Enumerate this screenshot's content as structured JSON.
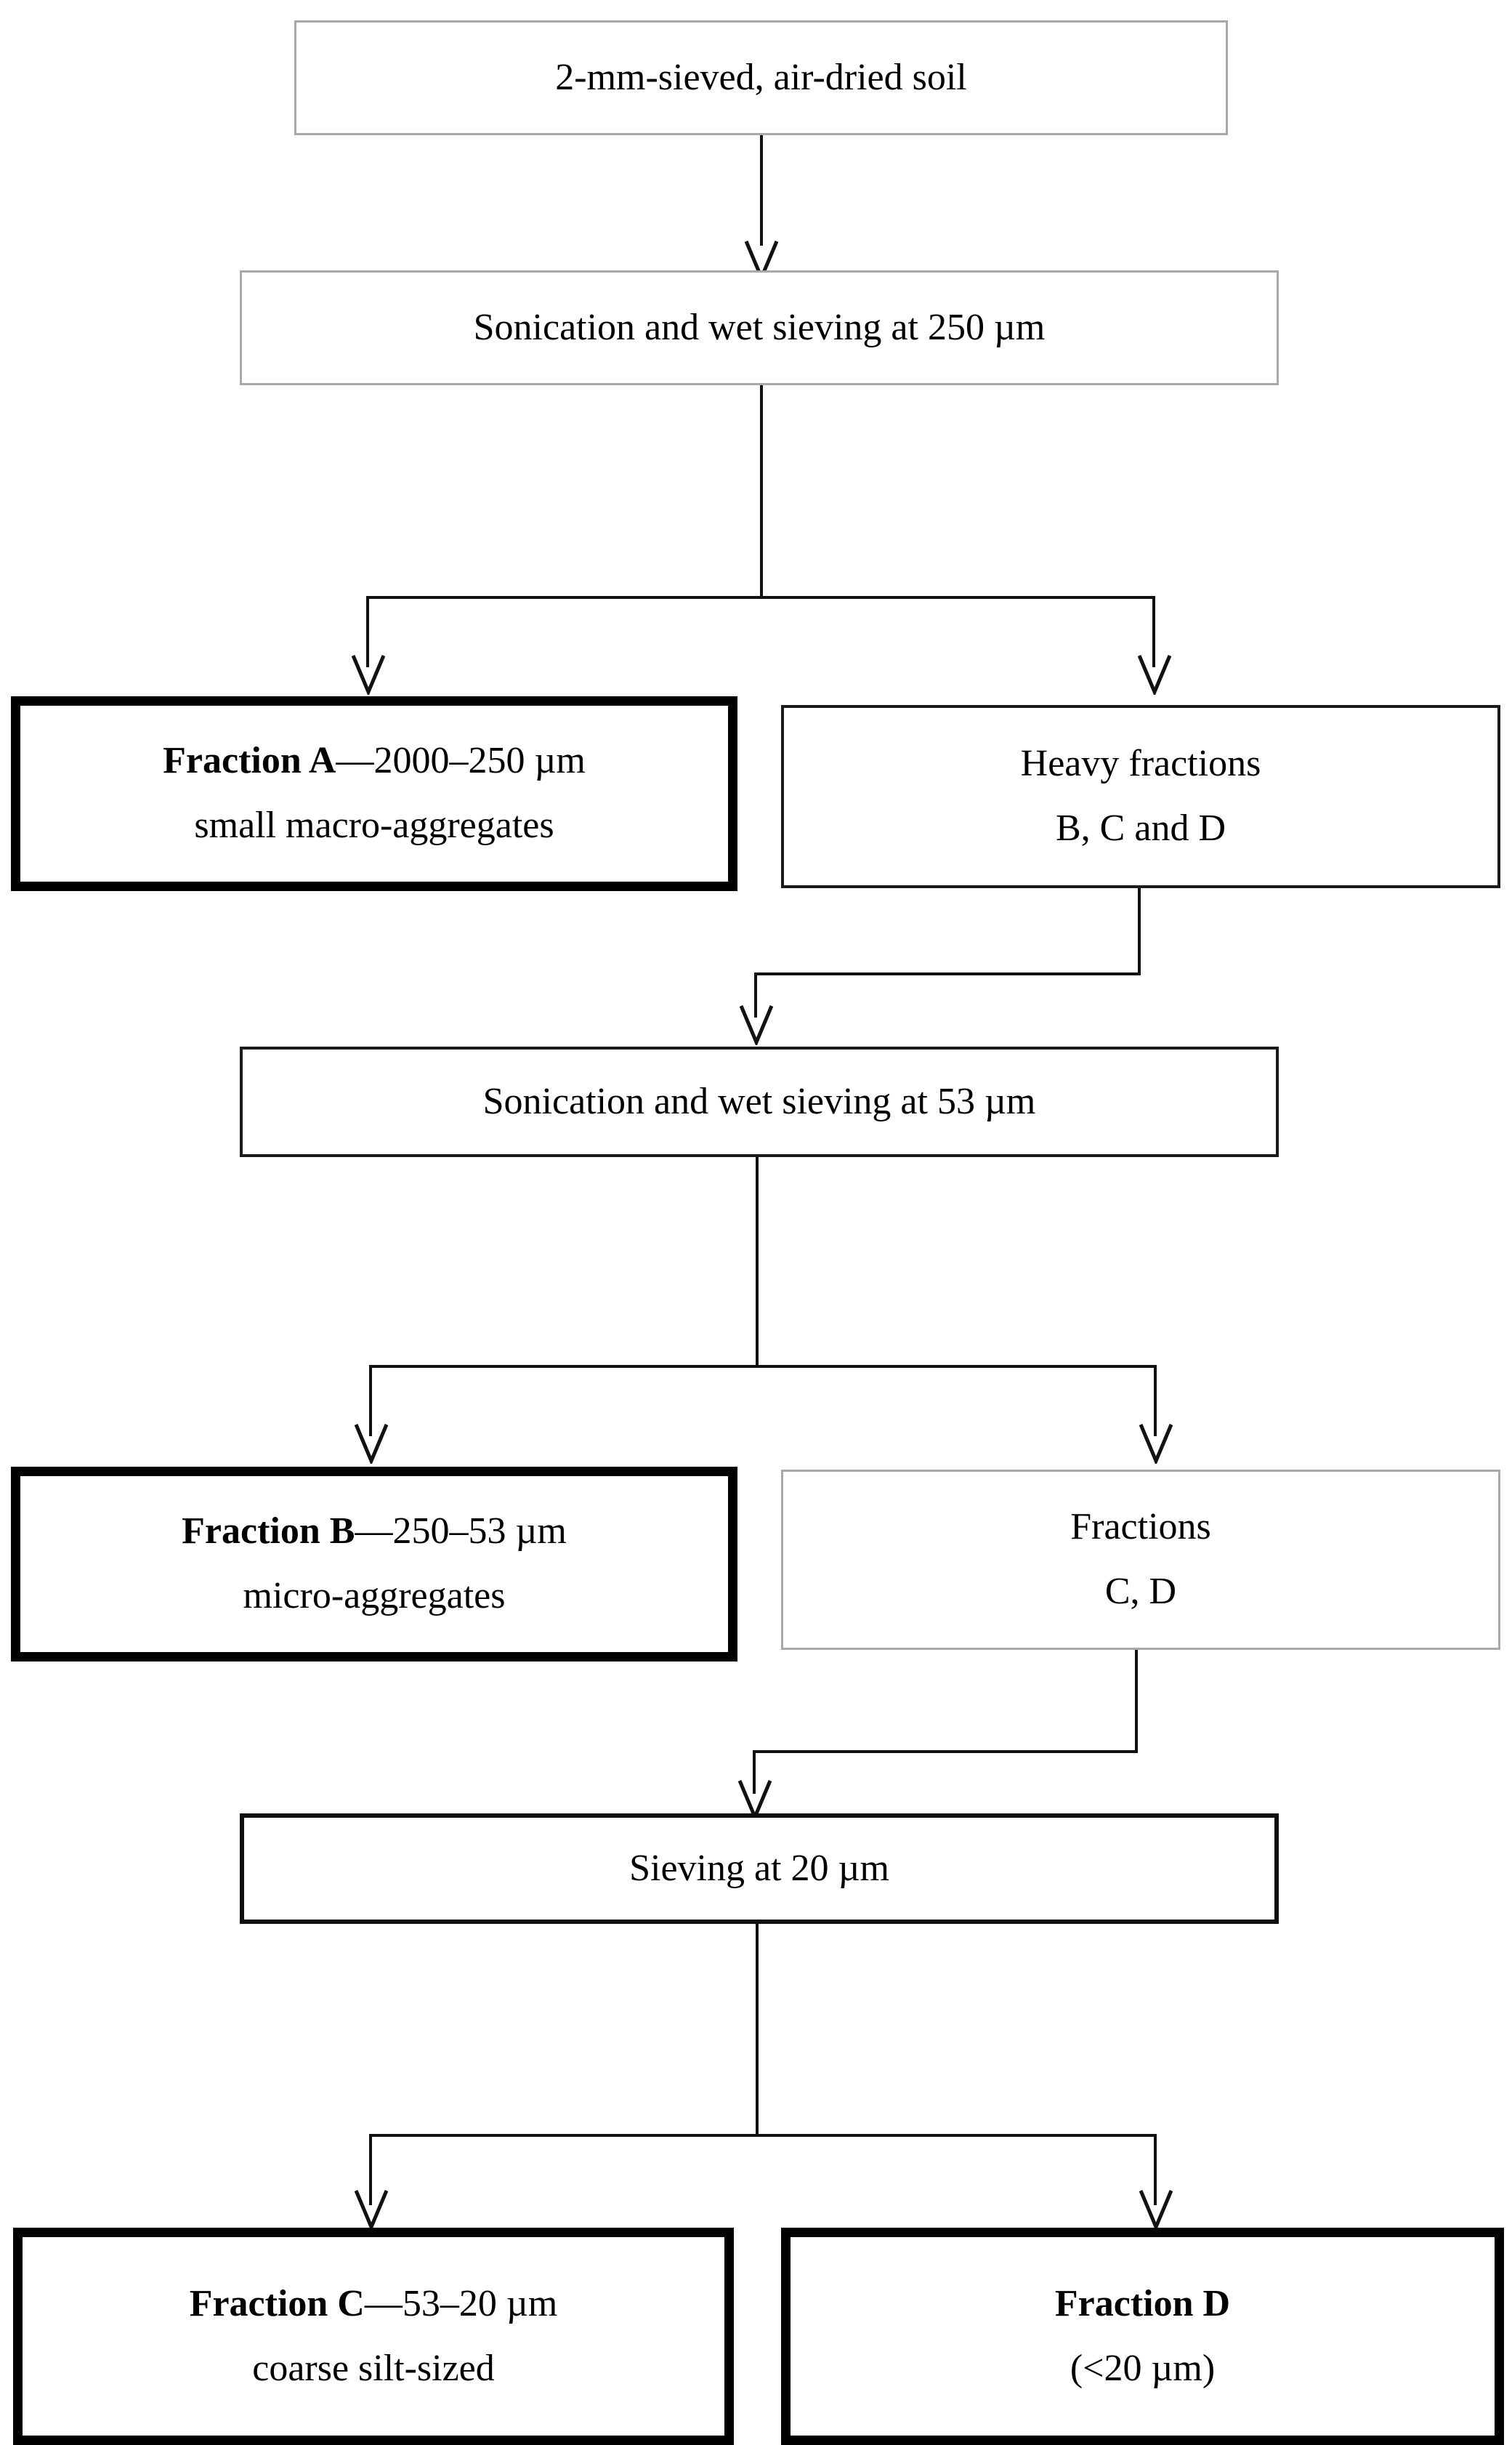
{
  "diagram": {
    "title": "Soil fractionation flowchart",
    "colors": {
      "stroke": "#111111",
      "border_light": "#a8a8a8",
      "border_dark": "#000000",
      "background": "#ffffff"
    },
    "nodes": [
      {
        "id": "soil",
        "lines": [
          {
            "bold": "",
            "rest": "2-mm-sieved, air-dried soil"
          }
        ]
      },
      {
        "id": "sonication250",
        "lines": [
          {
            "bold": "",
            "rest": "Sonication and wet sieving at 250 µm"
          }
        ]
      },
      {
        "id": "fractionA",
        "lines": [
          {
            "bold": "Fraction A",
            "rest": "—2000–250 µm"
          },
          {
            "bold": "",
            "rest": "small macro-aggregates"
          }
        ]
      },
      {
        "id": "heavy",
        "lines": [
          {
            "bold": "",
            "rest": "Heavy fractions"
          },
          {
            "bold": "",
            "rest": "B, C and D"
          }
        ]
      },
      {
        "id": "sonication53",
        "lines": [
          {
            "bold": "",
            "rest": "Sonication and wet sieving at 53 µm"
          }
        ]
      },
      {
        "id": "fractionB",
        "lines": [
          {
            "bold": "Fraction B",
            "rest": "—250–53 µm"
          },
          {
            "bold": "",
            "rest": "micro-aggregates"
          }
        ]
      },
      {
        "id": "fractionsCD",
        "lines": [
          {
            "bold": "",
            "rest": "Fractions"
          },
          {
            "bold": "",
            "rest": "C, D"
          }
        ]
      },
      {
        "id": "sieving20",
        "lines": [
          {
            "bold": "",
            "rest": "Sieving at 20 µm"
          }
        ]
      },
      {
        "id": "fractionC",
        "lines": [
          {
            "bold": "Fraction C",
            "rest": "—53–20 µm"
          },
          {
            "bold": "",
            "rest": "coarse silt-sized"
          }
        ]
      },
      {
        "id": "fractionD",
        "lines": [
          {
            "bold": "Fraction D",
            "rest": ""
          },
          {
            "bold": "",
            "rest": "(<20 µm)"
          }
        ]
      }
    ]
  },
  "labels": {
    "soil_text": "2-mm-sieved, air-dried soil",
    "sonication250_text": "Sonication and wet sieving at 250 µm",
    "fractionA_bold": "Fraction A",
    "fractionA_rest": "—2000–250 µm",
    "fractionA_sub": "small macro-aggregates",
    "heavy_l1": "Heavy fractions",
    "heavy_l2": "B, C and D",
    "sonication53_text": "Sonication and wet sieving at 53 µm",
    "fractionB_bold": "Fraction B",
    "fractionB_rest": "—250–53 µm",
    "fractionB_sub": "micro-aggregates",
    "fractionsCD_l1": "Fractions",
    "fractionsCD_l2": "C, D",
    "sieving20_text": "Sieving at 20 µm",
    "fractionC_bold": "Fraction C",
    "fractionC_rest": "—53–20 µm",
    "fractionC_sub": "coarse silt-sized",
    "fractionD_bold": "Fraction D",
    "fractionD_sub": "(<20 µm)"
  }
}
